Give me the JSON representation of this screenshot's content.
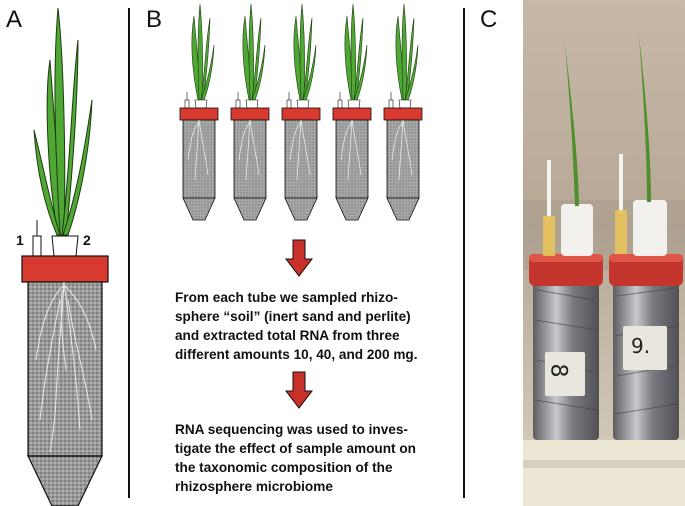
{
  "panels": {
    "a": "A",
    "b": "B",
    "c": "C"
  },
  "panel_a": {
    "label_1": "1",
    "label_2": "2"
  },
  "panel_b": {
    "text_1": [
      "From each tube we sampled rhizo-",
      "sphere “soil” (inert sand and perlite)",
      "and extracted total RNA from three",
      "different amounts 10, 40, and 200 mg."
    ],
    "text_2": [
      "RNA sequencing was used to inves-",
      "tigate the effect of sample amount on",
      "the taxonomic composition of the",
      "rhizosphere microbiome"
    ]
  },
  "panel_c": {
    "tube_label_left": "8",
    "tube_label_right": "9."
  },
  "colors": {
    "cap": "#d93a30",
    "leaf": "#4fa833",
    "arrow": "#c9302a",
    "substrate": "#8e8e8e",
    "photo_bg": "#b8a898"
  }
}
